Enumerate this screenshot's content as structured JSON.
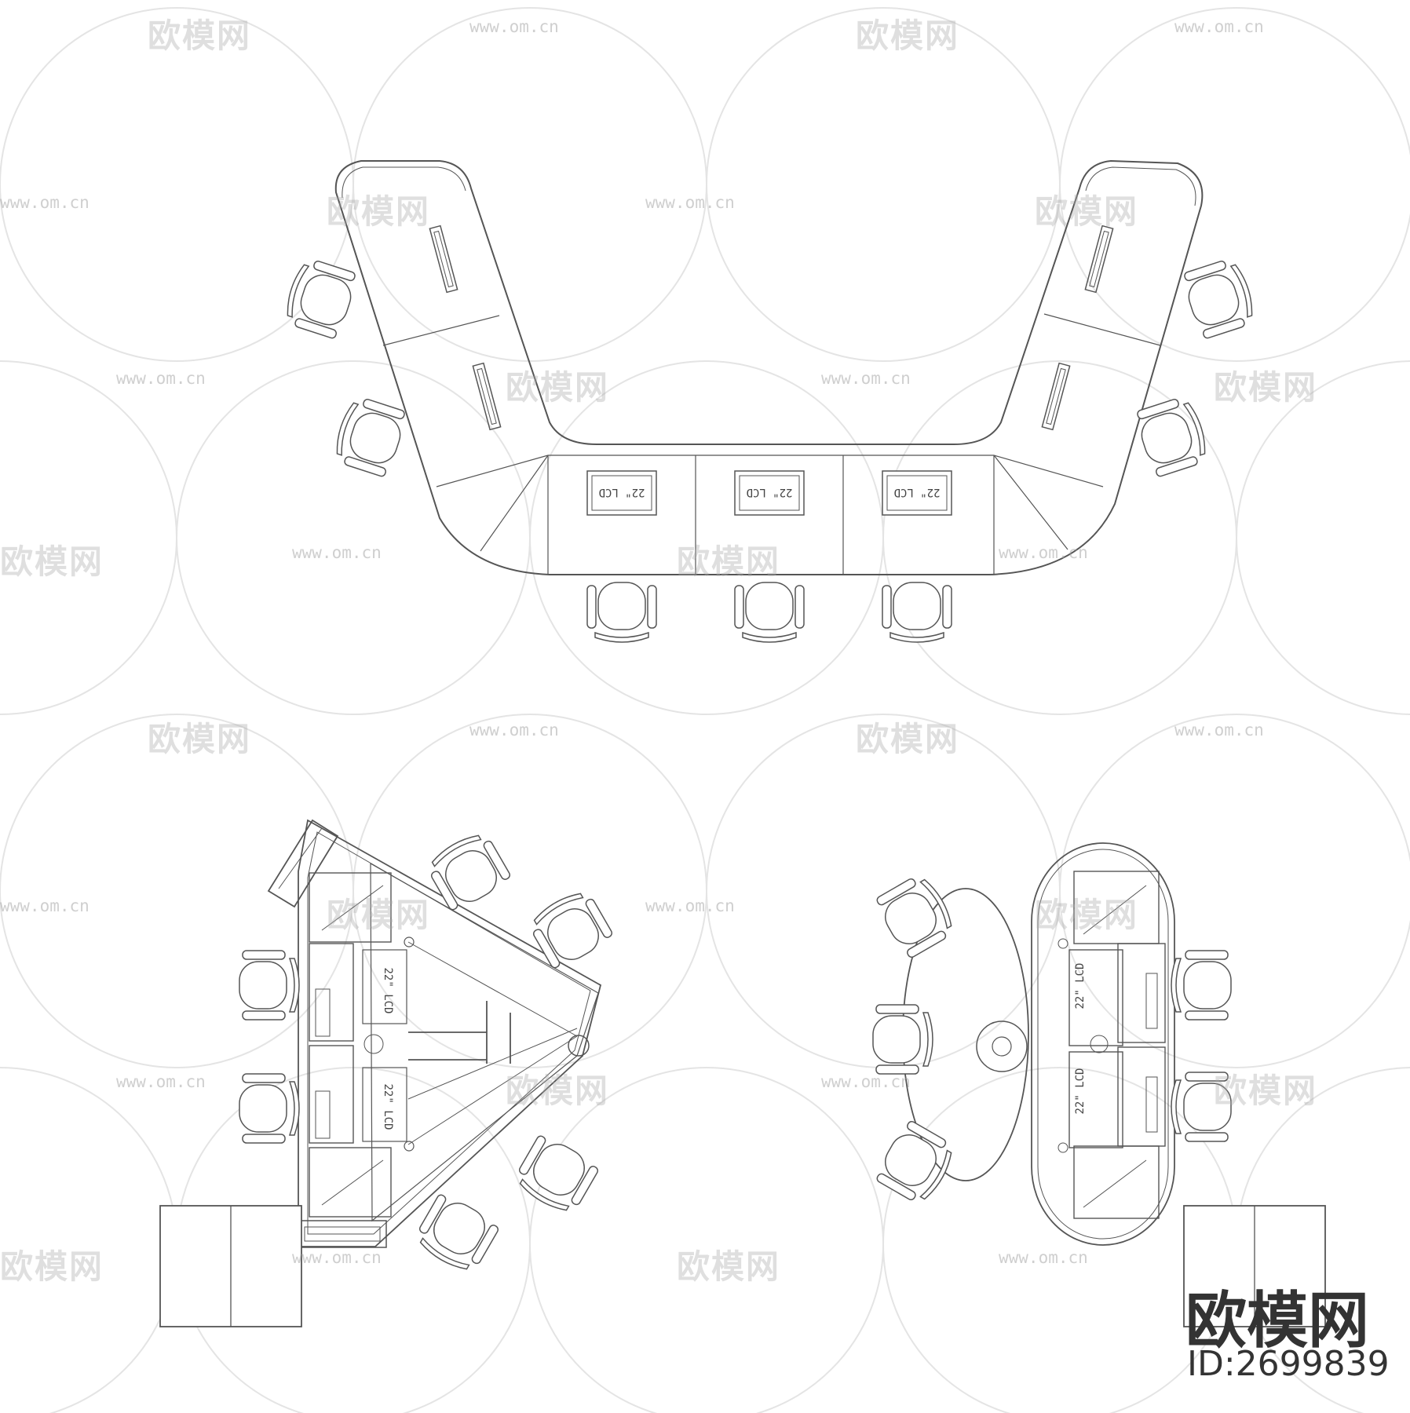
{
  "watermark": {
    "brand_cn": "欧模网",
    "url": "www.om.cn",
    "id_label": "ID:2699839"
  },
  "labels": {
    "monitor_22_mirrored": "22\" LCD",
    "monitor_22": "22\" LCD"
  },
  "colors": {
    "line": "#555555",
    "watermark": "#b0b0b0"
  }
}
